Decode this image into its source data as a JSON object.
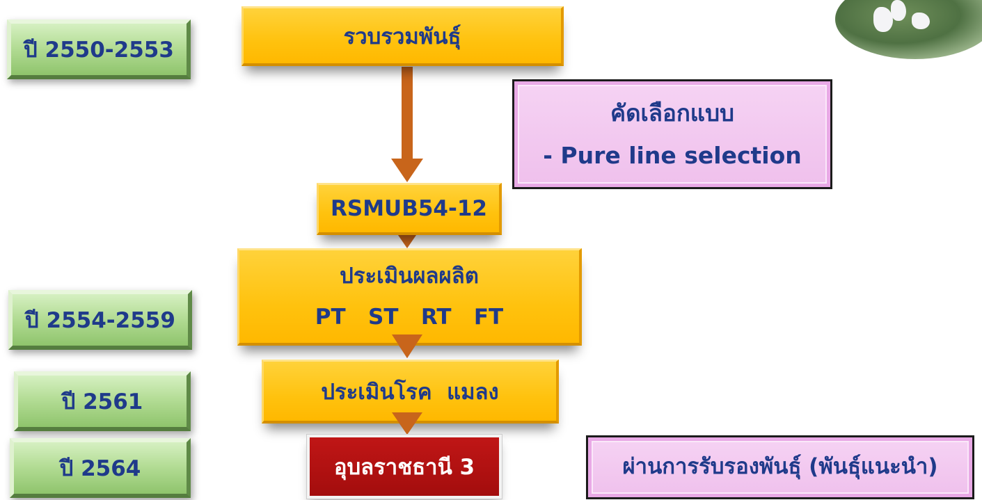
{
  "years": {
    "y1": "ปี 2550-2553",
    "y2": "ปี 2554-2559",
    "y3": "ปี 2561",
    "y4": "ปี 2564"
  },
  "flow": {
    "collect": "รวบรวมพันธุ์",
    "line": "RSMUB54-12",
    "yield_title": "ประเมินผลผลิต",
    "yield_trials": "PT   ST   RT   FT",
    "disease": "ประเมินโรค  แมลง",
    "variety": "อุบลราชธานี 3"
  },
  "selection": {
    "title": "คัดเลือกแบบ",
    "method": "- Pure line selection"
  },
  "certified": "ผ่านการรับรองพันธุ์ (พันธุ์แนะนำ)",
  "colors": {
    "flow_fill": "#ffc20e",
    "year_fill": "#b4dd96",
    "pink_fill": "#f3caf1",
    "red_fill": "#b31212",
    "text": "#1f3a8a",
    "arrow": "#c8651b"
  }
}
